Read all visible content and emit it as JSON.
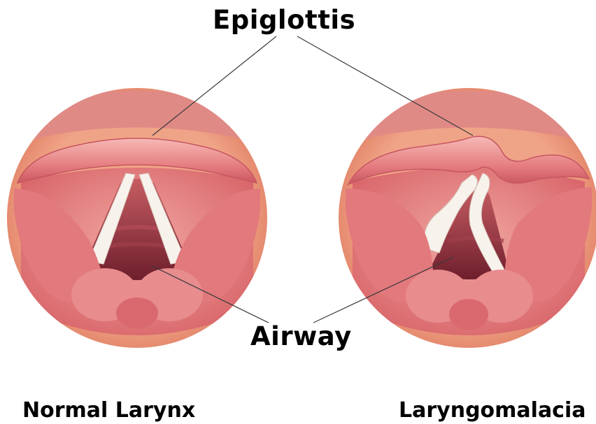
{
  "labels": {
    "epiglottis": "Epiglottis",
    "airway": "Airway",
    "normal": "Normal Larynx",
    "laryngomalacia": "Laryngomalacia"
  },
  "colors": {
    "background": "#ffffff",
    "outer_ring": "#e8927a",
    "tissue": "#e47a78",
    "tissue_dark": "#b8454c",
    "tissue_light": "#f4b2a8",
    "vocal_cord": "#f6f1ea",
    "airway_dark": "#8a2a38",
    "leader_line": "#333333"
  }
}
